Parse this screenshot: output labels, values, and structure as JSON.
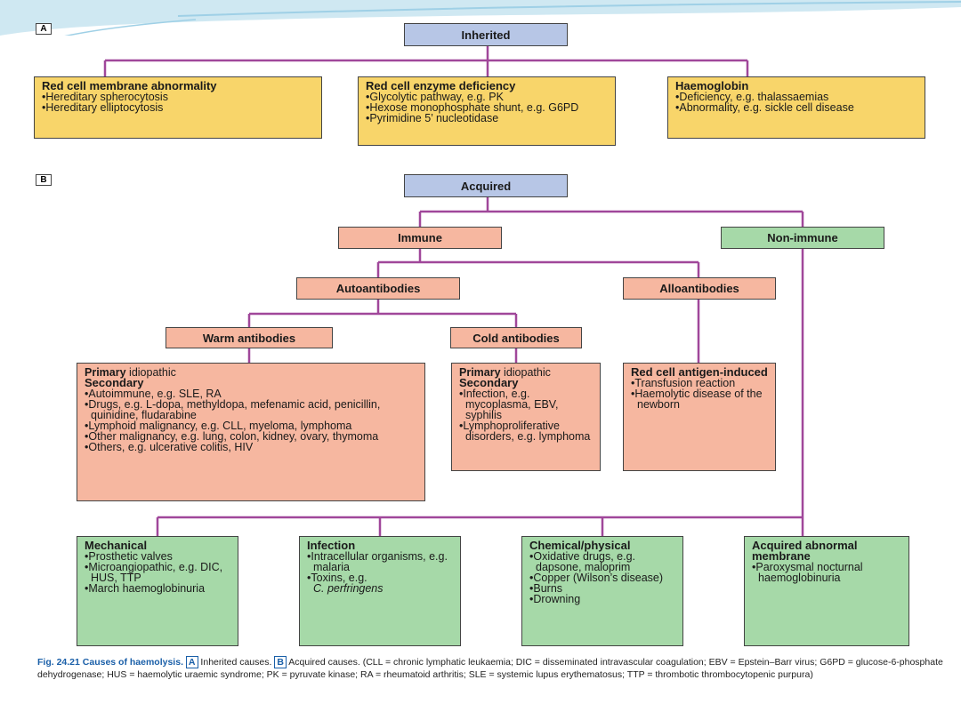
{
  "panels": {
    "a": "A",
    "b": "B"
  },
  "inherited": {
    "title": "Inherited",
    "membrane": {
      "title": "Red cell membrane abnormality",
      "items": [
        "Hereditary spherocytosis",
        "Hereditary elliptocytosis"
      ]
    },
    "enzyme": {
      "title": "Red cell enzyme deficiency",
      "items": [
        "Glycolytic pathway, e.g. PK",
        "Hexose monophosphate shunt, e.g. G6PD",
        "Pyrimidine 5’ nucleotidase"
      ]
    },
    "haemoglobin": {
      "title": "Haemoglobin",
      "items": [
        "Deficiency, e.g. thalassaemias",
        "Abnormality, e.g. sickle cell disease"
      ]
    }
  },
  "acquired": {
    "title": "Acquired",
    "immune": "Immune",
    "nonimmune": "Non-immune",
    "autoantibodies": "Autoantibodies",
    "alloantibodies": "Alloantibodies",
    "warm": "Warm antibodies",
    "cold": "Cold antibodies",
    "warm_box": {
      "line1_bold": "Primary",
      "line1_rest": " idiopathic",
      "line2": "Secondary",
      "items": [
        "Autoimmune, e.g. SLE, RA",
        "Drugs, e.g. L-dopa, methyldopa, mefenamic acid, penicillin, quinidine, fludarabine",
        "Lymphoid malignancy, e.g. CLL, myeloma, lymphoma",
        "Other malignancy, e.g. lung, colon, kidney, ovary, thymoma",
        "Others, e.g. ulcerative colitis, HIV"
      ]
    },
    "cold_box": {
      "line1_bold": "Primary",
      "line1_rest": " idiopathic",
      "line2": "Secondary",
      "items": [
        "Infection, e.g. mycoplasma, EBV, syphilis",
        "Lymphoproliferative disorders, e.g. lymphoma"
      ]
    },
    "allo_box": {
      "title": "Red cell antigen-induced",
      "items": [
        "Transfusion reaction",
        "Haemolytic disease of the newborn"
      ]
    },
    "mechanical": {
      "title": "Mechanical",
      "items": [
        "Prosthetic valves",
        "Microangiopathic, e.g. DIC, HUS, TTP",
        "March haemoglobinuria"
      ]
    },
    "infection": {
      "title": "Infection",
      "items": [
        "Intracellular organisms, e.g. malaria",
        "Toxins, e.g."
      ],
      "italic": "C. perfringens"
    },
    "chemical": {
      "title": "Chemical/physical",
      "items": [
        "Oxidative drugs, e.g. dapsone, maloprim",
        "Copper (Wilson’s disease)",
        "Burns",
        "Drowning"
      ]
    },
    "membrane": {
      "title": "Acquired abnormal membrane",
      "items": [
        "Paroxysmal nocturnal haemoglobinuria"
      ]
    }
  },
  "caption": {
    "bold": "Fig. 24.21  Causes of haemolysis.",
    "tag_a": "A",
    "after_a": " Inherited causes. ",
    "tag_b": "B",
    "after_b": " Acquired causes. (CLL = chronic lymphatic leukaemia; DIC = disseminated intravascular coagulation; EBV = Epstein–Barr virus; G6PD = glucose-6-phosphate dehydrogenase; HUS = haemolytic uraemic syndrome; PK = pyruvate kinase; RA = rheumatoid arthritis; SLE = systemic lupus erythematosus; TTP = thrombotic thrombocytopenic purpura)"
  },
  "colors": {
    "line": "#a0479a",
    "blue": "#b7c6e6",
    "yellow": "#f8d56a",
    "salmon": "#f6b7a0",
    "green": "#a6d9a8"
  }
}
